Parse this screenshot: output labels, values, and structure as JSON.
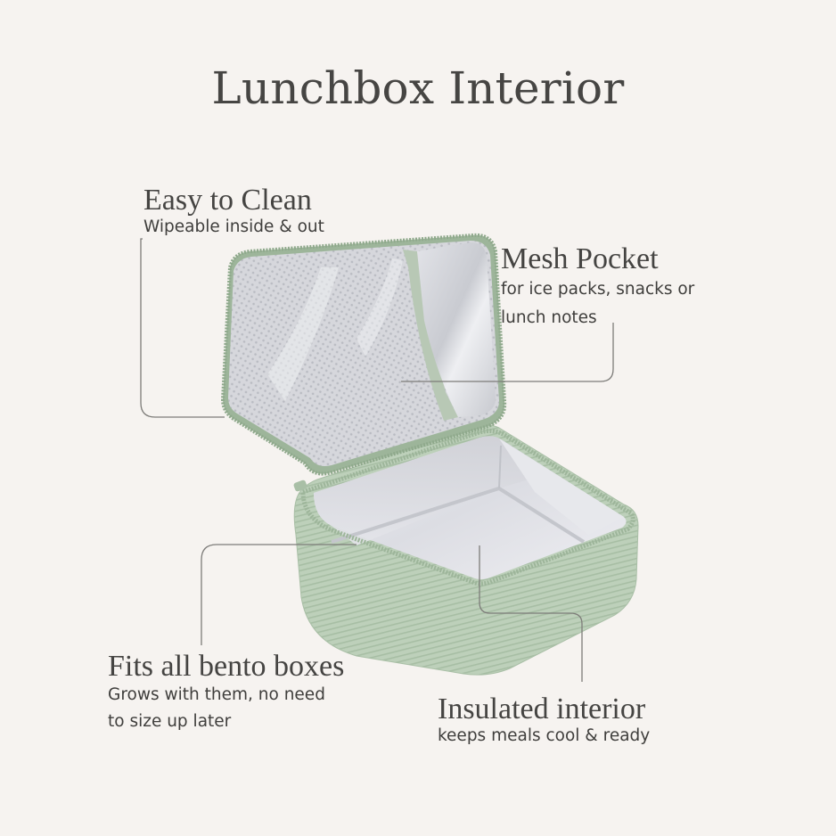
{
  "page": {
    "title": "Lunchbox Interior",
    "background_color": "#F6F3F0",
    "text_color": "#454442",
    "connector_color": "#7d7c79"
  },
  "product": {
    "name": "lunchbox",
    "exterior_color": "#b9cdb6",
    "zipper_color": "#9db59a",
    "lining_color": "#d9dadf"
  },
  "callouts": [
    {
      "id": "easy-to-clean",
      "heading": "Easy to Clean",
      "lines": [
        "Wipeable inside & out"
      ]
    },
    {
      "id": "mesh-pocket",
      "heading": "Mesh Pocket",
      "lines": [
        "for ice packs, snacks or",
        "lunch notes"
      ]
    },
    {
      "id": "fits-all-bento-boxes",
      "heading": "Fits all bento boxes",
      "lines": [
        "Grows with them, no need",
        "to size up later"
      ]
    },
    {
      "id": "insulated-interior",
      "heading": "Insulated interior",
      "lines": [
        "keeps meals cool & ready"
      ]
    }
  ]
}
